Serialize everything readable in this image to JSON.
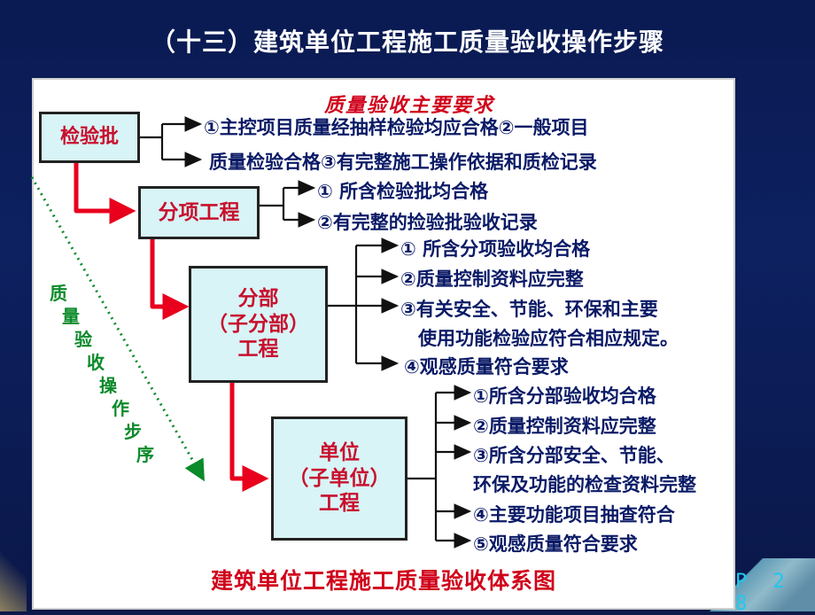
{
  "title": "（十三）建筑单位工程施工质量验收操作步骤",
  "requirements_title": "质量验收主要要求",
  "side_label": "质量验收操作步序",
  "caption": "建筑单位工程施工质量验收体系图",
  "page_label": "P 2 8",
  "colors": {
    "node_fill": "#d8f4f6",
    "node_text": "#c8102e",
    "item_text": "#0a1a66",
    "arrow": "#e8001c",
    "side": "#0b8a2a"
  },
  "nodes": [
    {
      "lines": [
        "检验批"
      ]
    },
    {
      "lines": [
        "分项工程"
      ]
    },
    {
      "lines": [
        "分部",
        "（子分部）",
        "工程"
      ]
    },
    {
      "lines": [
        "单位",
        "（子单位）",
        "工程"
      ]
    }
  ],
  "groups": [
    {
      "items": [
        "①主控项目质量经抽样检验均应合格②一般项目",
        "质量检验合格③有完整施工操作依据和质检记录"
      ]
    },
    {
      "items": [
        "① 所含检验批均合格",
        "②有完整的捡验批验收记录"
      ]
    },
    {
      "items": [
        "① 所含分项验收均合格",
        "②质量控制资料应完整",
        "③有关安全、节能、环保和主要",
        "使用功能检验应符合相应规定。",
        "④观感质量符合要求"
      ]
    },
    {
      "items": [
        "①所含分部验收均合格",
        "②质量控制资料应完整",
        "③所含分部安全、节能、",
        "环保及功能的检查资料完整",
        "④主要功能项目抽查符合",
        "⑤观感质量符合要求"
      ]
    }
  ]
}
